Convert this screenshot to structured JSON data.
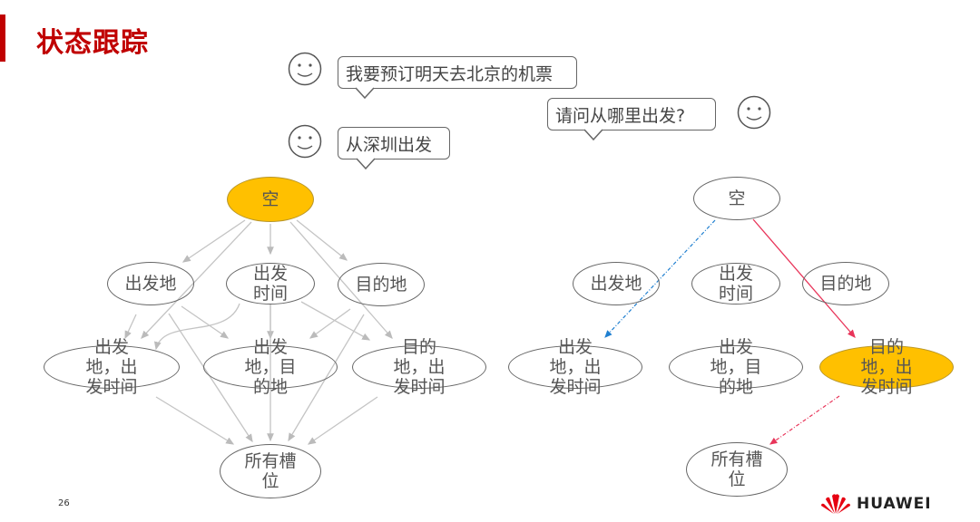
{
  "title": "状态跟踪",
  "dialog": [
    {
      "speaker": "user",
      "text": "我要预订明天去北京的机票"
    },
    {
      "speaker": "system",
      "text": "请问从哪里出发?"
    },
    {
      "speaker": "user",
      "text": "从深圳出发"
    }
  ],
  "left_graph": {
    "empty": "空",
    "origin": "出发地",
    "time": "出发时间",
    "dest": "目的地",
    "origin_time": "出发地，出发时间",
    "origin_dest": "出发地，目的地",
    "dest_time": "目的地，出发时间",
    "all": "所有槽位"
  },
  "right_graph": {
    "empty": "空",
    "origin": "出发地",
    "time": "出发时间",
    "dest": "目的地",
    "origin_time": "出发地，出发时间",
    "origin_dest": "出发地，目的地",
    "dest_time": "目的地，出发时间",
    "all": "所有槽位"
  },
  "colors": {
    "highlight": "#ffc000",
    "title": "#c00000",
    "blue_arrow": "#1f7fd0",
    "red_arrow": "#e8355a"
  },
  "page_number": "26",
  "brand": "HUAWEI"
}
